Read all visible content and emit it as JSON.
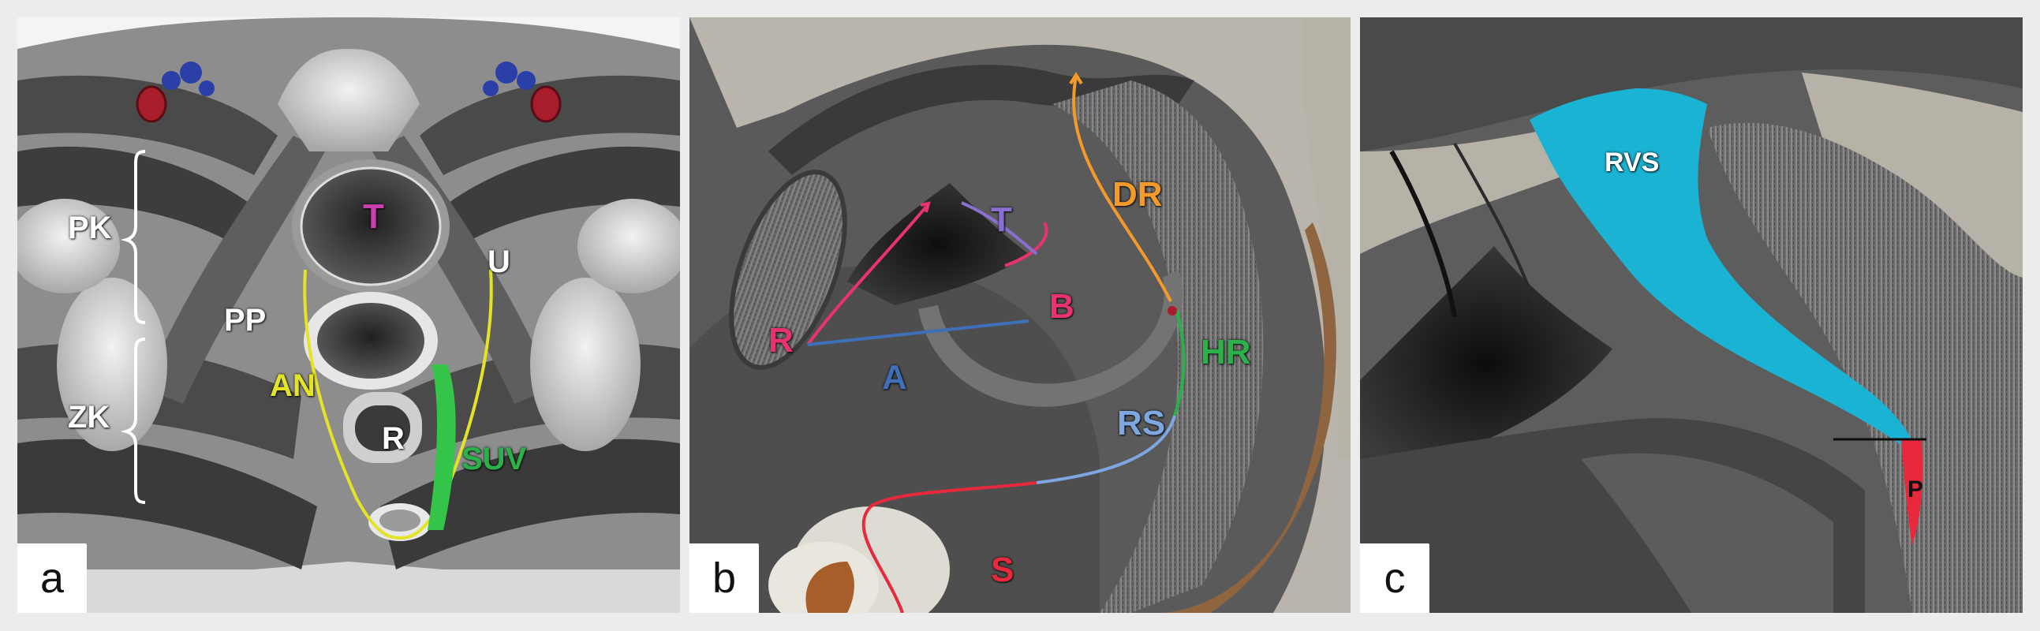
{
  "panels": {
    "a": {
      "letter": "a",
      "labels": {
        "pk": "PK",
        "zk": "ZK",
        "pp": "PP",
        "an": "AN",
        "t": "T",
        "u": "U",
        "r": "R",
        "suv": "SUV"
      }
    },
    "b": {
      "letter": "b",
      "labels": {
        "r": "R",
        "a": "A",
        "t": "T",
        "b": "B",
        "dr": "DR",
        "hr": "HR",
        "rs": "RS",
        "s": "S"
      }
    },
    "c": {
      "letter": "c",
      "labels": {
        "rvs": "RVS",
        "p": "P"
      }
    }
  },
  "colors": {
    "pink": "#e8336f",
    "purple": "#8a6fd1",
    "blue_light": "#7ea6e0",
    "blue_dark": "#3f6fb8",
    "orange": "#f39a2a",
    "green": "#2bb04a",
    "green_bright": "#34c44a",
    "yellow": "#e3e327",
    "cyan": "#1bb3d3",
    "red": "#e8283c",
    "vessel_blue": "#2a3fa8",
    "vessel_red": "#a81d2b"
  }
}
